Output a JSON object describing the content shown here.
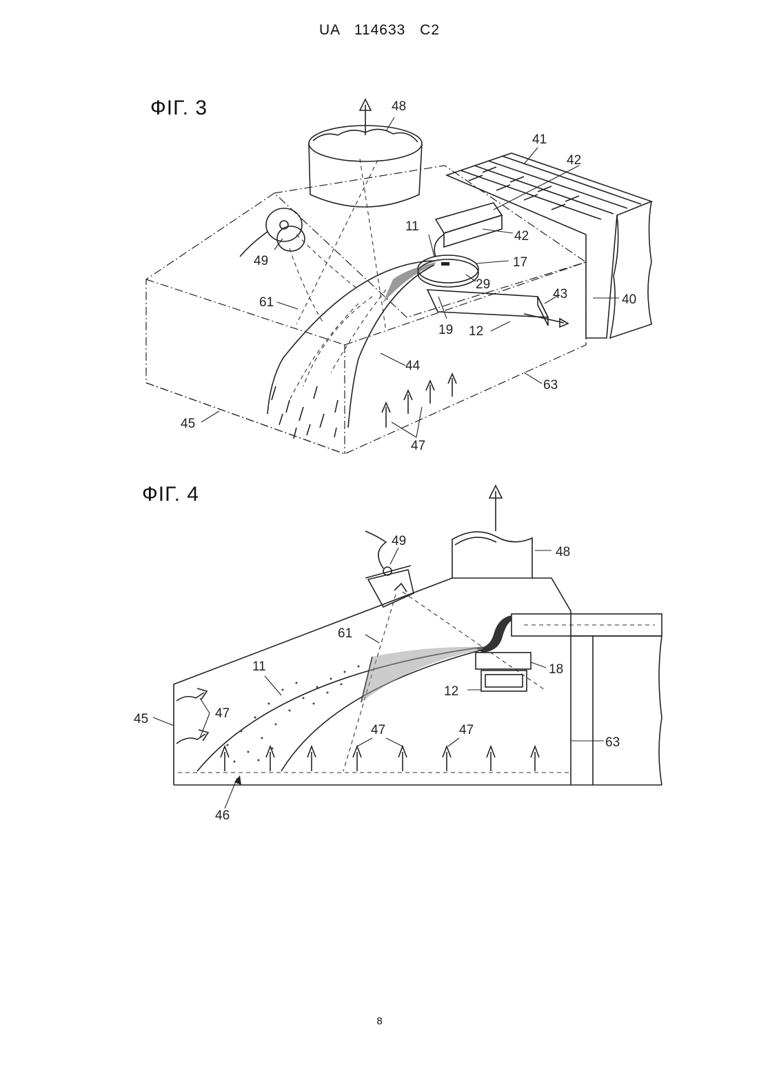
{
  "header": {
    "text": "UA   114633   C2"
  },
  "figures": [
    {
      "label": "ФІГ. 3",
      "refs": [
        "48",
        "41",
        "42",
        "42",
        "11",
        "17",
        "49",
        "29",
        "61",
        "43",
        "40",
        "19",
        "12",
        "44",
        "63",
        "45",
        "47"
      ]
    },
    {
      "label": "ФІГ. 4",
      "refs": [
        "49",
        "48",
        "61",
        "11",
        "18",
        "12",
        "45",
        "47",
        "47",
        "47",
        "63",
        "46"
      ]
    }
  ],
  "page_number": "8"
}
